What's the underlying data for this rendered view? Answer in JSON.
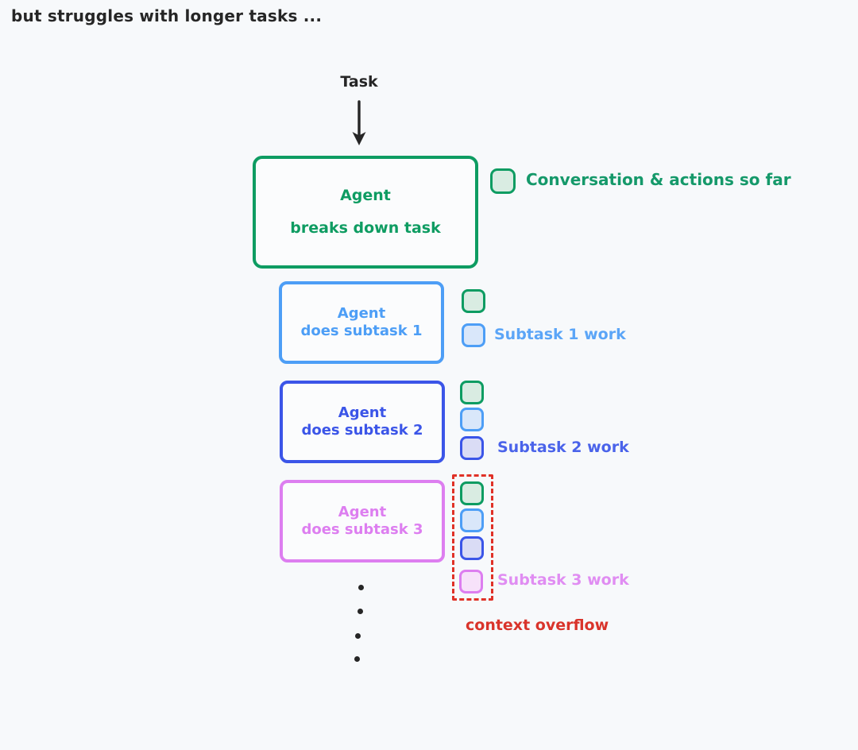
{
  "headline": "but struggles with longer tasks ...",
  "flow": {
    "task_label": "Task",
    "arrow_icon": "down-arrow-icon"
  },
  "boxes": [
    {
      "id": "root",
      "line1": "Agent",
      "line2": "breaks down task",
      "color": "#0e9c62"
    },
    {
      "id": "subtask-1",
      "line1": "Agent",
      "line2": "does subtask 1",
      "color": "#4d9ef6"
    },
    {
      "id": "subtask-2",
      "line1": "Agent",
      "line2": "does subtask 2",
      "color": "#3b55e8"
    },
    {
      "id": "subtask-3",
      "line1": "Agent",
      "line2": "does subtask 3",
      "color": "#dd7ef0"
    }
  ],
  "legend": {
    "conversation_label": "Conversation & actions so far",
    "conversation_color": "#0e9c62",
    "subtask1_label": "Subtask 1 work",
    "subtask1_color": "#4d9ef6",
    "subtask2_label": "Subtask 2 work",
    "subtask2_color": "#3b55e8",
    "subtask3_label": "Subtask 3 work",
    "subtask3_color": "#dd7ef0"
  },
  "overflow": {
    "label": "context overflow",
    "color": "#d9342b",
    "style": "dashed"
  },
  "ellipsis": {
    "dot_count": 4,
    "color": "#262626"
  },
  "palette": {
    "background": "#f7f9fb",
    "text": "#262626",
    "green": "#0e9c62",
    "light_blue": "#4d9ef6",
    "royal_blue": "#3b55e8",
    "orchid": "#dd7ef0",
    "red": "#d9342b"
  }
}
